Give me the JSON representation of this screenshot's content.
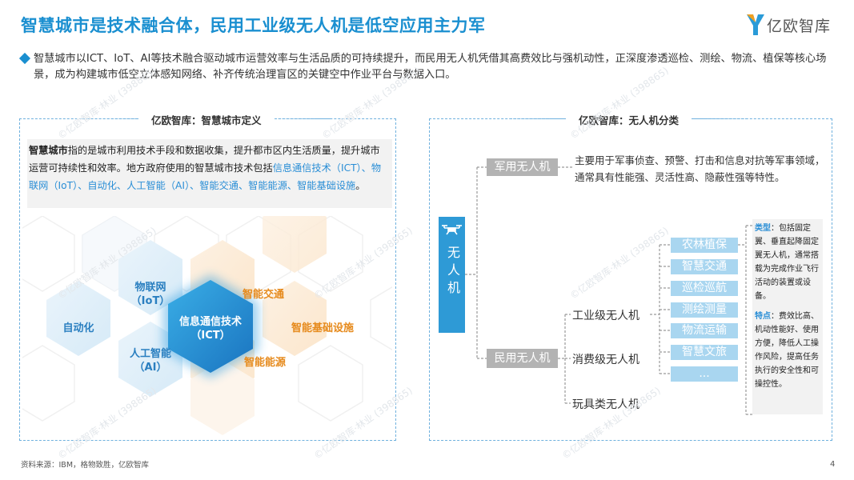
{
  "header": {
    "title": "智慧城市是技术融合体，民用工业级无人机是低空应用主力军",
    "logo_text": "亿欧智库"
  },
  "intro": "智慧城市以ICT、IoT、AI等技术融合驱动城市运营效率与生活品质的可持续提升，而民用无人机凭借其高费效比与强机动性，正深度渗透巡检、测绘、物流、植保等核心场景，成为构建城市低空立体感知网络、补齐传统治理盲区的关键空中作业平台与数据入口。",
  "left_panel": {
    "title": "亿欧智库：智慧城市定义",
    "definition": {
      "term": "智慧城市",
      "text1": "指的是城市利用技术手段和数据收集，提升都市区内生活质量，提升城市运营可持续性和效率。地方政府使用的智慧城市技术包括",
      "highlight": "信息通信技术（ICT）、物联网（IoT）、自动化、人工智能（AI）、智能交通、智能能源、智能基础设施",
      "end": "。"
    },
    "hex": {
      "center_line1": "信息通信技术",
      "center_line2": "（ICT）",
      "iot_line1": "物联网",
      "iot_line2": "（IoT）",
      "automation": "自动化",
      "ai_line1": "人工智能",
      "ai_line2": "（AI）",
      "traffic": "智能交通",
      "infra": "智能基础设施",
      "energy": "智能能源"
    }
  },
  "right_panel": {
    "title": "亿欧智库：无人机分类",
    "root": "无人机",
    "military": {
      "label": "军用无人机",
      "desc": "主要用于军事侦查、预警、打击和信息对抗等军事领域，通常具有性能强、灵活性高、隐蔽性强等特性。"
    },
    "civil": {
      "label": "民用无人机",
      "categories": [
        "工业级无人机",
        "消费级无人机",
        "玩具类无人机"
      ]
    },
    "industrial_apps": [
      "农林植保",
      "智慧交通",
      "巡检巡航",
      "测绘测量",
      "物流运输",
      "智慧文旅",
      "..."
    ],
    "notes": {
      "type_key": "类型",
      "type_text": "：包括固定翼、垂直起降固定翼无人机，通常搭载为完成作业飞行活动的装置或设备。",
      "feature_key": "特点",
      "feature_text": "：费效比高、机动性能好、使用方便，降低人工操作风险，提高任务执行的安全性和可操控性。"
    }
  },
  "footer": {
    "source": "资料来源：IBM，格物致胜，亿欧智库",
    "page": "4"
  },
  "watermark": "©亿欧智库·林业 (398865)",
  "colors": {
    "brand_blue": "#1a8fd0",
    "orange": "#e68a1c",
    "gray_tag": "#b3b3b3",
    "light_blue": "#a9d6f0"
  }
}
